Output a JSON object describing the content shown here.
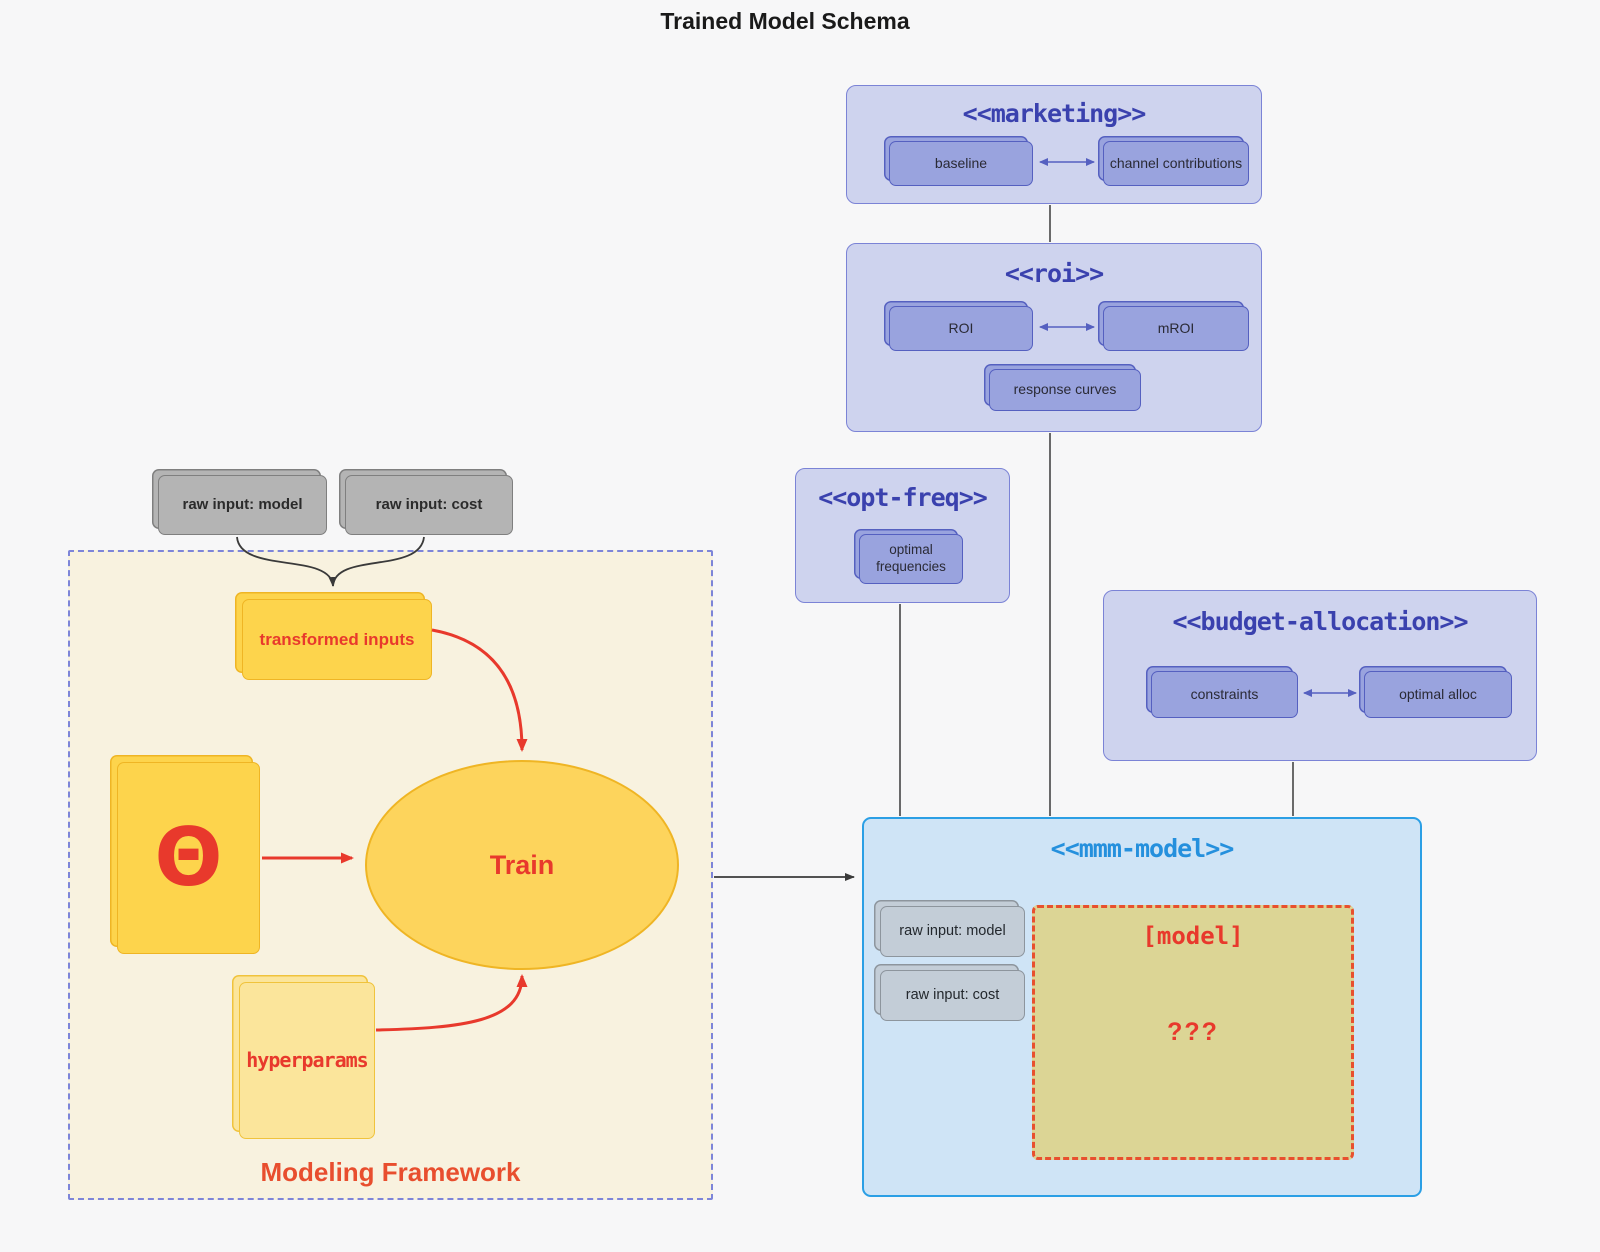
{
  "diagram_title": "Trained Model Schema",
  "colors": {
    "purple_container_fill": "#ced3ee",
    "purple_container_border": "#7b83d6",
    "purple_node_fill": "#99a3de",
    "purple_node_border": "#5560c0",
    "purple_title_text": "#3a41ae",
    "blue_container_fill": "#cfe4f6",
    "blue_container_border": "#2b9fe5",
    "blue_title_text": "#2590dd",
    "gray_node_fill": "#b4b4b4",
    "slate_node_fill": "#c3cdd7",
    "cream_fill": "#f8f2df",
    "yellow_fill": "#fdd44c",
    "pale_yellow_fill": "#fbe59b",
    "khaki_fill": "#dcd595",
    "red_accent": "#e8392c",
    "dark_line": "#3a3a3a"
  },
  "marketing": {
    "title": "<<marketing>>",
    "node_left": "baseline",
    "node_right": "channel contributions"
  },
  "roi": {
    "title": "<<roi>>",
    "node_left": "ROI",
    "node_right": "mROI",
    "node_bottom": "response curves"
  },
  "opt_freq": {
    "title": "<<opt-freq>>",
    "node": "optimal frequencies"
  },
  "budget_allocation": {
    "title": "<<budget-allocation>>",
    "node_left": "constraints",
    "node_right": "optimal alloc"
  },
  "mmm_model": {
    "title": "<<mmm-model>>",
    "node_input_model": "raw input: model",
    "node_input_cost": "raw input: cost",
    "model_box_label": "[model]",
    "model_box_placeholder": "???"
  },
  "modeling_framework": {
    "label": "Modeling Framework",
    "node_raw_model": "raw input: model",
    "node_raw_cost": "raw input: cost",
    "node_transformed": "transformed inputs",
    "node_theta": "Θ",
    "node_train": "Train",
    "node_hyperparams": "hyperparams"
  }
}
